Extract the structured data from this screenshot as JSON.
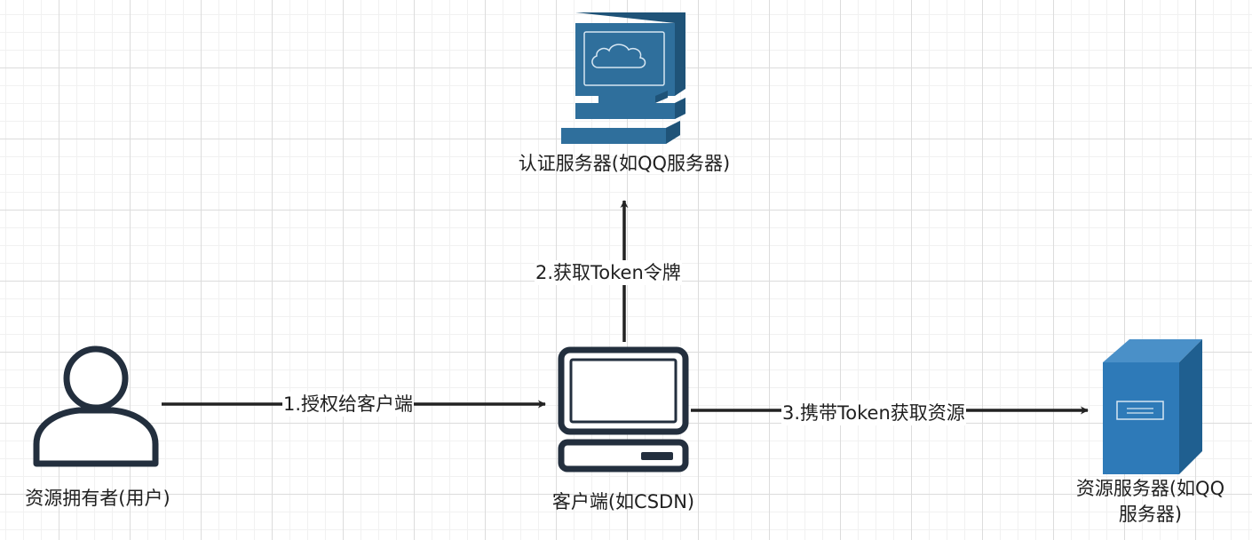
{
  "colors": {
    "server_blue": "#2f6f9c",
    "server_dark": "#1f5378",
    "outline": "#232f3e",
    "edge": "#222222"
  },
  "nodes": {
    "auth_server": {
      "icon": "auth-server-computer-icon",
      "label": "认证服务器(如QQ服务器)"
    },
    "client": {
      "icon": "client-computer-icon",
      "label": "客户端(如CSDN)"
    },
    "owner": {
      "icon": "user-icon",
      "label": "资源拥有者(用户)"
    },
    "resource_server": {
      "icon": "resource-server-tower-icon",
      "label": "资源服务器(如QQ服务器)"
    }
  },
  "edges": [
    {
      "label": "1.授权给客户端"
    },
    {
      "label": "2.获取Token令牌"
    },
    {
      "label": "3.携带Token获取资源"
    }
  ]
}
